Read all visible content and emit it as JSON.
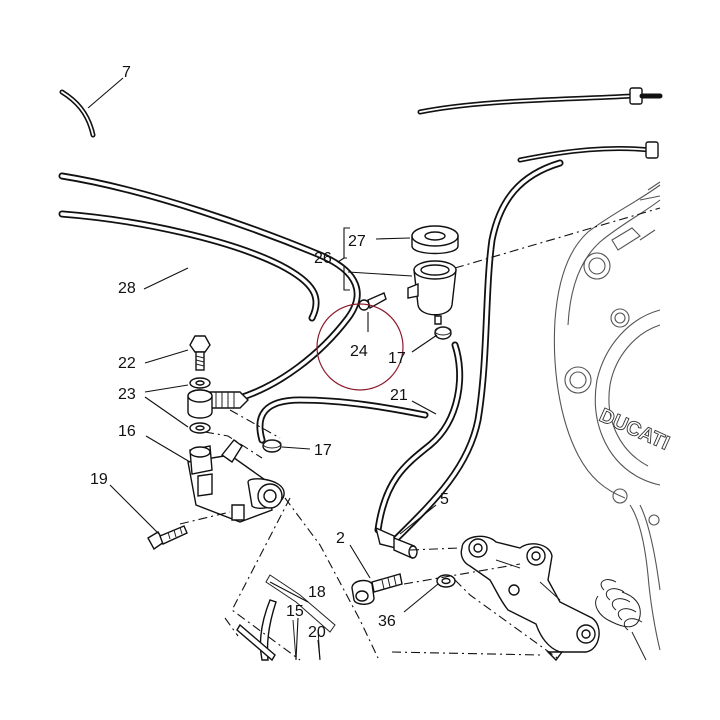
{
  "diagram": {
    "type": "exploded parts diagram",
    "accent_color": "#8b1a2b",
    "labels": {
      "l7": "7",
      "l27": "27",
      "l26": "26",
      "l28": "28",
      "l24": "24",
      "l22": "22",
      "l17a": "17",
      "l23": "23",
      "l21": "21",
      "l16": "16",
      "l17b": "17",
      "l19": "19",
      "l5": "5",
      "l2": "2",
      "l18": "18",
      "l15": "15",
      "l36": "36",
      "l20": "20"
    },
    "engine_brand_text": "DUCATI",
    "highlighted_part": "24"
  }
}
